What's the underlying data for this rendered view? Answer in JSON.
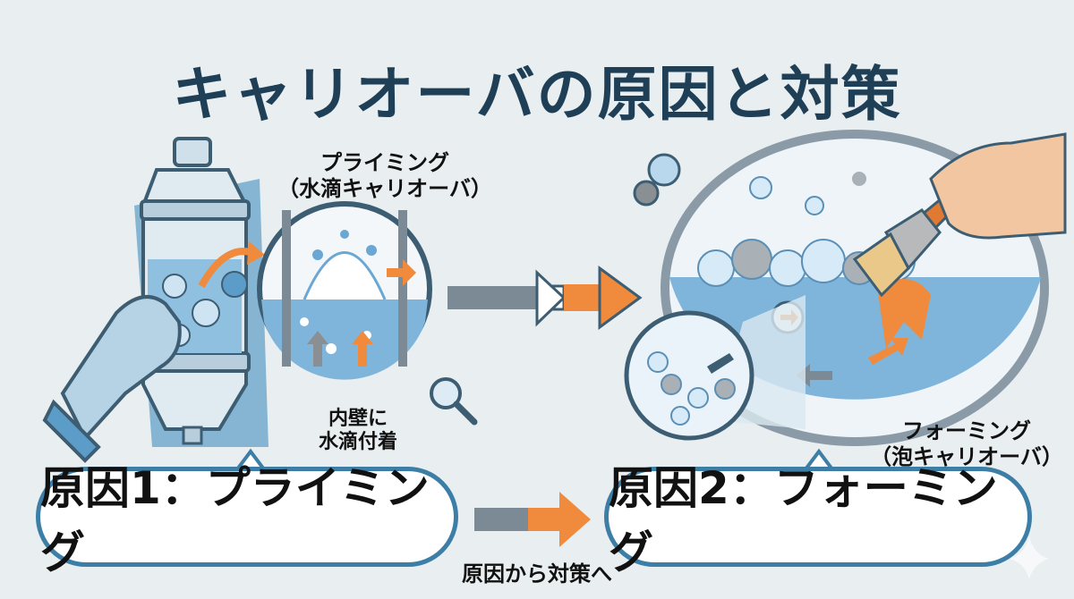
{
  "title": "キャリオーバの原因と対策",
  "illustration_left": {
    "label_line1": "プライミング",
    "label_line2": "（水滴キャリオーバ）",
    "wall_label_line1": "内壁に",
    "wall_label_line2": "水滴付着"
  },
  "illustration_right": {
    "label_line1": "フォーミング",
    "label_line2": "（泡キャリオーバ）"
  },
  "cause1": "原因1：プライミング",
  "cause2": "原因2：フォーミング",
  "flow_label": "原因から対策へ",
  "colors": {
    "accent": "#f08a3c",
    "outline": "#3c7ea6",
    "water": "#6aa7d3",
    "title": "#1f3f57",
    "background": "#e9eef1"
  }
}
